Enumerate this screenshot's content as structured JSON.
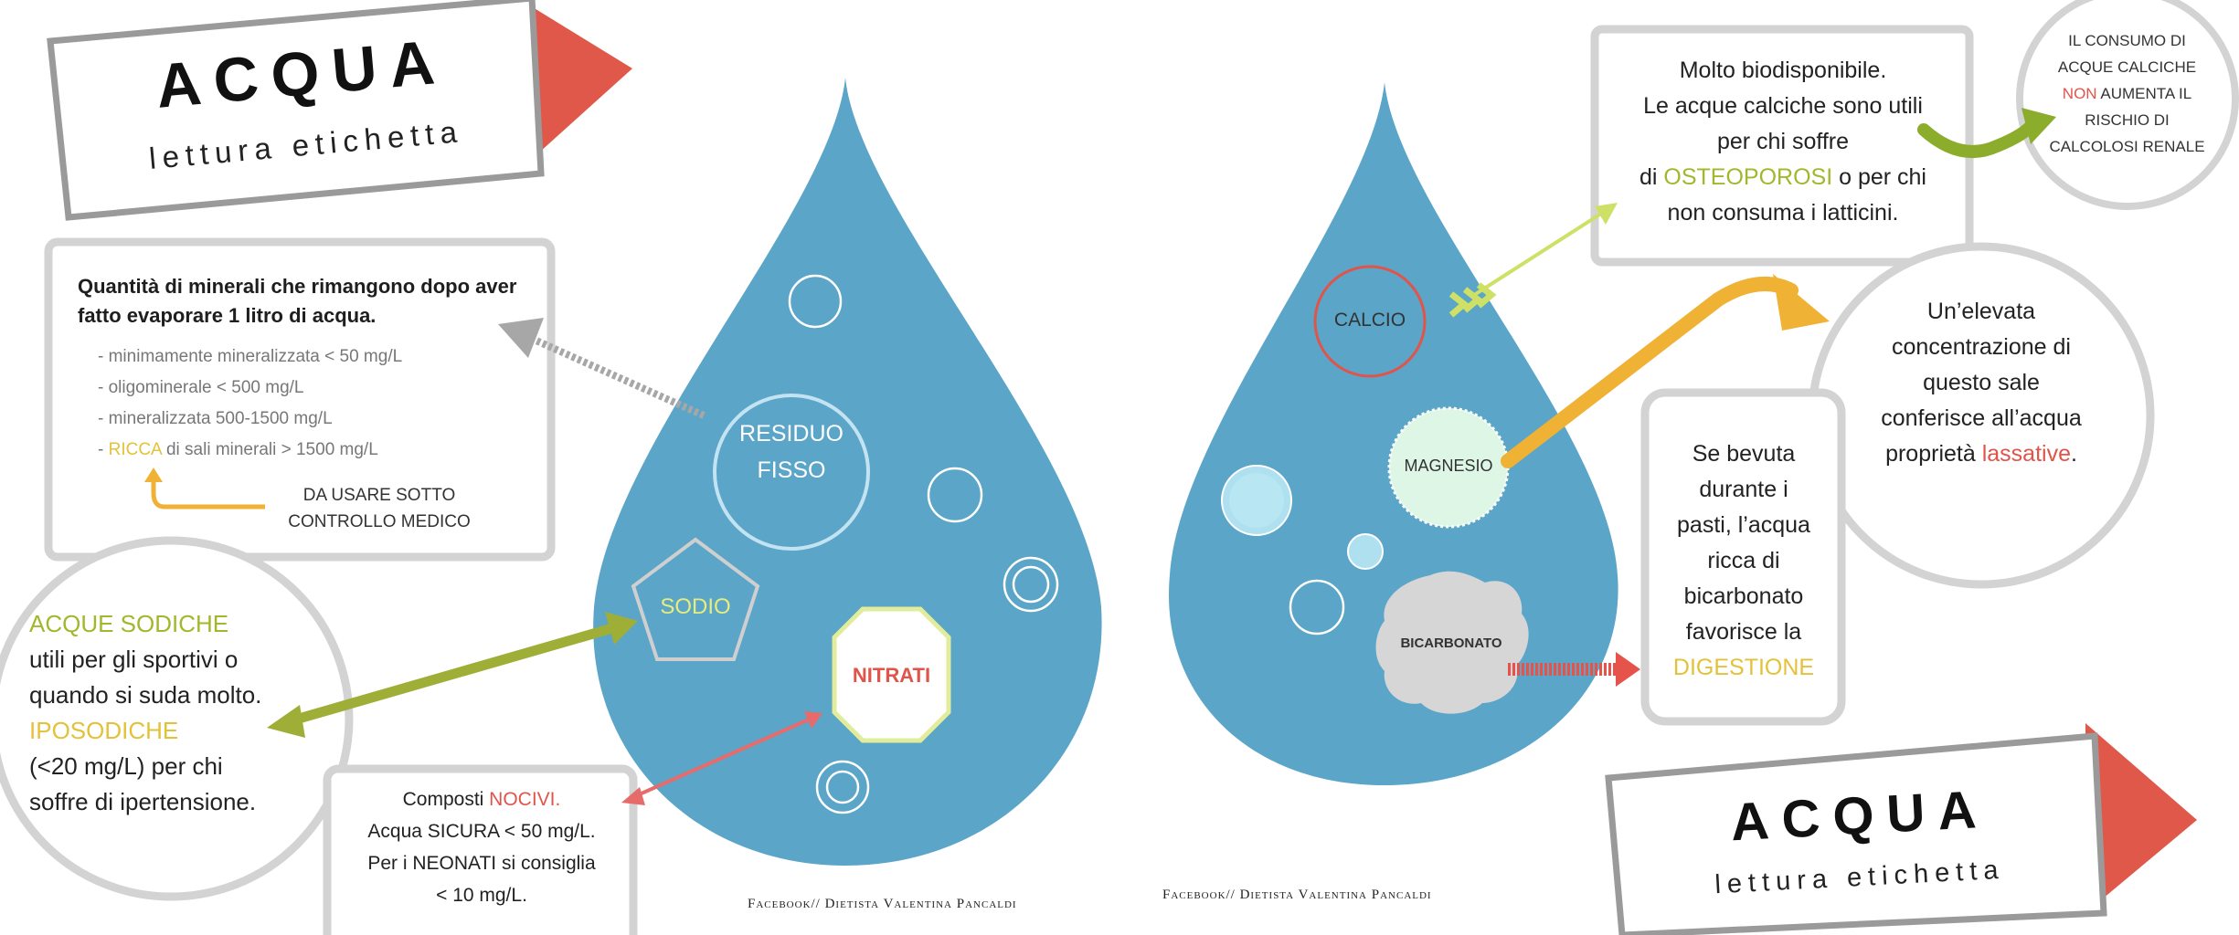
{
  "banner_left": {
    "title": "ACQUA",
    "subtitle": "lettura etichetta"
  },
  "banner_right": {
    "title": "ACQUA",
    "subtitle": "lettura etichetta"
  },
  "residuo_box": {
    "heading": "Quantità di minerali che rimangono dopo aver fatto evaporare 1 litro di acqua.",
    "items": [
      "- minimamente mineralizzata < 50 mg/L",
      "- oligominerale < 500 mg/L",
      "- mineralizzata 500-1500 mg/L"
    ],
    "item4_prefix": "- ",
    "item4_highlight": "RICCA",
    "item4_rest": " di sali minerali > 1500 mg/L",
    "note_line1": "DA USARE SOTTO",
    "note_line2": "CONTROLLO MEDICO"
  },
  "sodio_circle": {
    "line1": "ACQUE SODICHE",
    "line2": "utili per gli sportivi  o",
    "line3": "quando si suda molto.",
    "line4": "IPOSODICHE",
    "line5": "(<20 mg/L) per chi",
    "line6": "soffre di ipertensione."
  },
  "nitrati_box": {
    "l1_prefix": "Composti ",
    "l1_highlight": "NOCIVI.",
    "line2": "Acqua SICURA < 50 mg/L.",
    "line3": "Per i NEONATI si consiglia",
    "line4": "< 10 mg/L."
  },
  "drop_left": {
    "residuo_line1": "RESIDUO",
    "residuo_line2": "FISSO",
    "sodio": "SODIO",
    "nitrati": "NITRATI"
  },
  "drop_right": {
    "calcio": "CALCIO",
    "magnesio": "MAGNESIO",
    "bicarbonato": "BICARBONATO"
  },
  "credits": {
    "left": "Facebook// Dietista Valentina Pancaldi",
    "right": "Facebook// Dietista Valentina Pancaldi"
  },
  "calcio_box": {
    "line1": "Molto biodisponibile.",
    "line2": "Le acque calciche sono utili",
    "line3": "per chi soffre",
    "l4_prefix": "di ",
    "l4_highlight": "OSTEOPOROSI",
    "l4_rest": " o per chi",
    "line5": "non consuma i latticini."
  },
  "calcolosi_circle": {
    "line1": "IL CONSUMO DI",
    "line2": "ACQUE CALCICHE",
    "l3_highlight": "NON",
    "l3_rest": " AUMENTA IL",
    "line4": "RISCHIO DI",
    "line5": "CALCOLOSI RENALE"
  },
  "magnesio_circle": {
    "line1": "Un’elevata",
    "line2": "concentrazione di",
    "line3": "questo sale",
    "line4": "conferisce all’acqua",
    "l5_prefix": "proprietà ",
    "l5_highlight": "lassative",
    "l5_suffix": "."
  },
  "bicarbonato_box": {
    "line1": "Se bevuta",
    "line2": "durante i",
    "line3": "pasti, l’acqua",
    "line4": "ricca di",
    "line5": "bicarbonato",
    "line6": "favorisce la",
    "line7": "DIGESTIONE"
  },
  "colors": {
    "drop": "#5aa5c8",
    "box_border": "#d3d3d3",
    "banner_triangle": "#e0584a",
    "arrow_grey": "#a7a7a7",
    "arrow_olive": "#9fae37",
    "arrow_pink": "#e86b6b",
    "arrow_lime": "#cfe066",
    "arrow_orange": "#f0b234",
    "arrow_green": "#8cac2c",
    "arrow_red": "#e5534b",
    "highlight_green": "#a3b72d",
    "highlight_yellow": "#e3c23a",
    "highlight_red": "#e0544a"
  }
}
